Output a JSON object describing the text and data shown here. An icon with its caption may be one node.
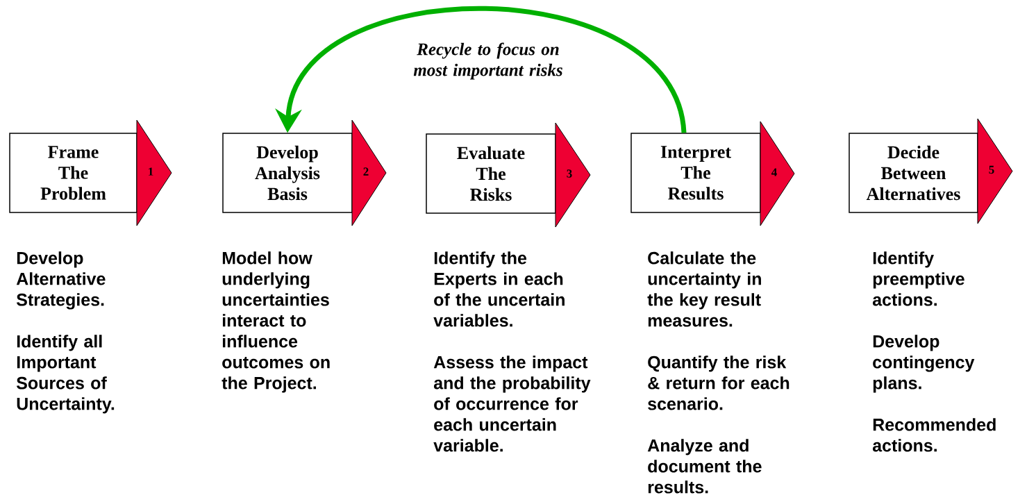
{
  "diagram": {
    "nodes": [
      {
        "text": [
          "Frame The Problem",
          "1"
        ],
        "beside": [
          "Develop Alternative Strategies.",
          "Identify all Important Sources of Uncertainty."
        ]
      },
      {
        "text": [
          "Develop Analysis Basis",
          "2"
        ],
        "beside": [
          "Model how underlying uncertainties interact to influence outcomes on the Project."
        ]
      },
      {
        "text": [
          "Evaluate The Risks",
          "3"
        ],
        "beside": [
          "Identify the Experts in each of the uncertain variables.",
          "Assess the impact and the probability of occurrence for each uncertain variable."
        ]
      },
      {
        "text": [
          "Interpret The Results",
          "4"
        ],
        "beside": [
          "Calculate the uncertainty in the key result measures.",
          "Quantify the risk & return for each scenario.",
          "Analyze and document the results."
        ]
      },
      {
        "text": [
          "Decide Between Alternatives",
          "5"
        ],
        "beside": [
          "Identify preemptive actions.",
          "Develop contingency plans.",
          "Recommended actions."
        ]
      }
    ],
    "edges": [
      {
        "from": 3,
        "to": 1,
        "arrow": "to",
        "label": "Recycle to focus on most important risks",
        "color": "#00b000"
      }
    ]
  }
}
